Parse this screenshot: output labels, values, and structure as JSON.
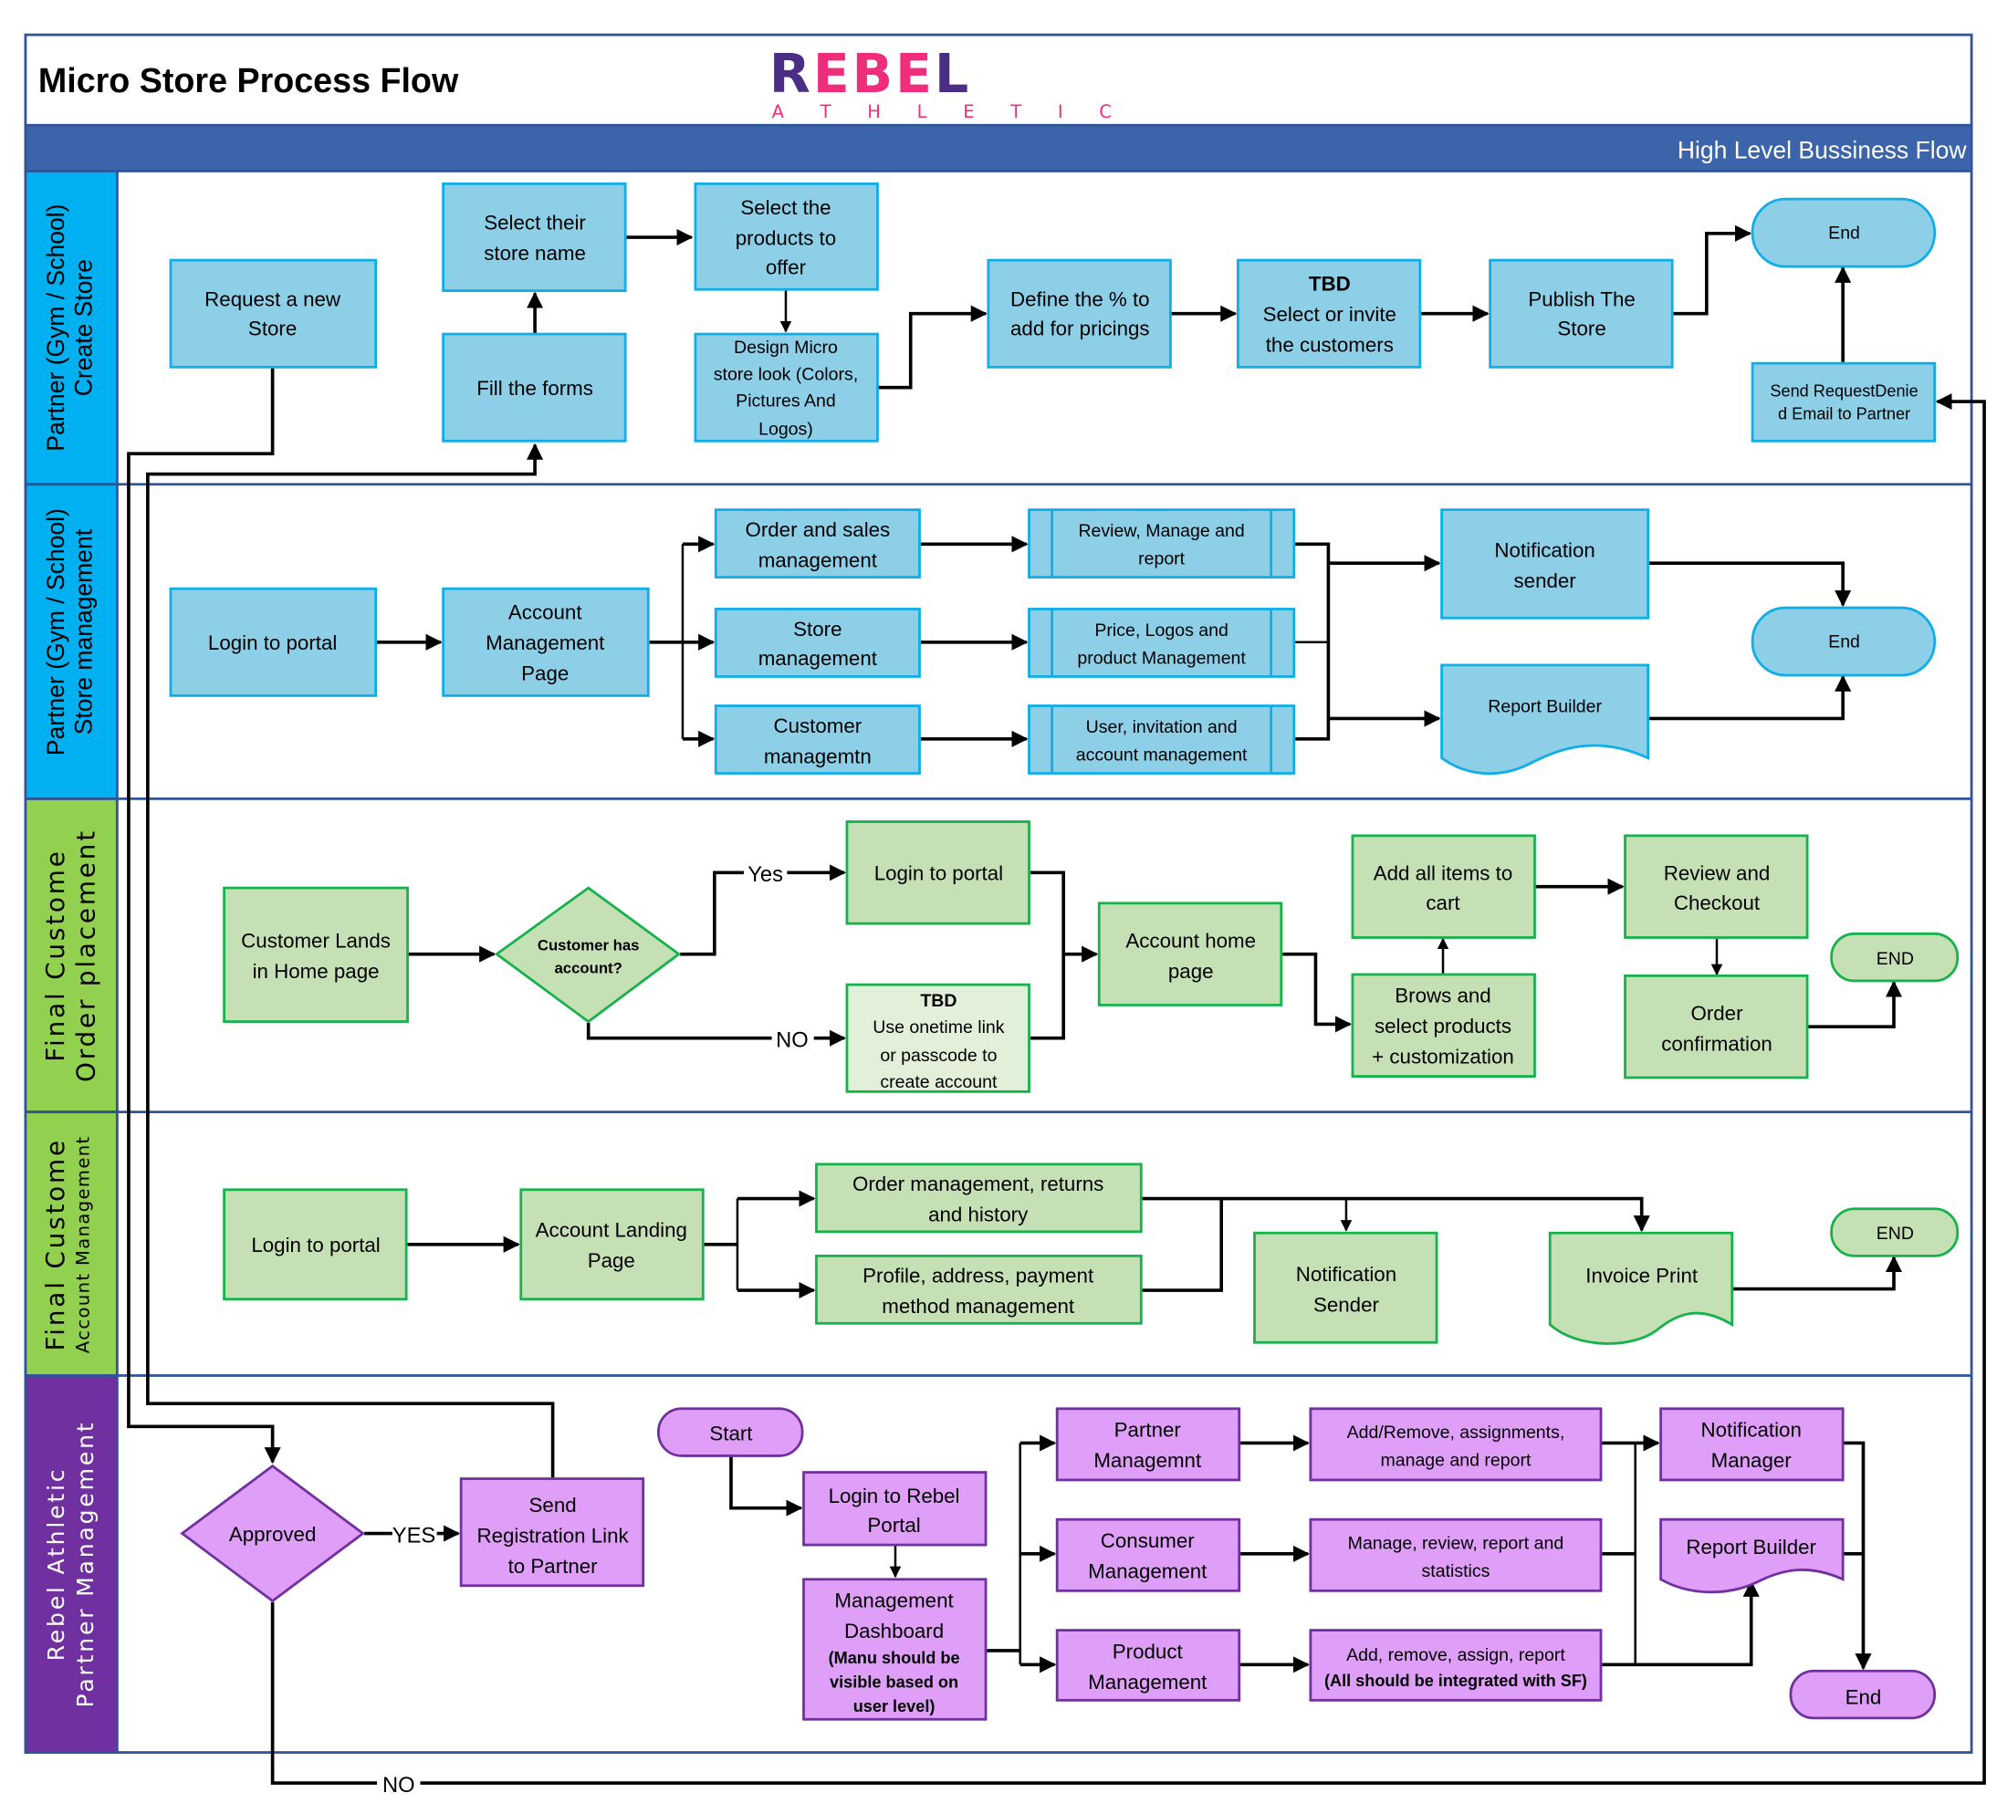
{
  "header": {
    "title": "Micro Store Process Flow",
    "logo": {
      "brand_left": "R",
      "brand_mid": "EBE",
      "brand_right": "L",
      "sub": "A T H L E T I C"
    },
    "band_label": "High Level Bussiness Flow"
  },
  "colors": {
    "frame": "#2f5597",
    "band": "#3c64aa",
    "lane_partner": "#00b0f0",
    "lane_customer": "#92d050",
    "lane_rebel": "#7030a0",
    "logo_purple": "#4b2e83",
    "logo_pink": "#ef2d7a"
  },
  "lanes": [
    {
      "line1": "Partner (Gym / School)",
      "line2": "Create Store"
    },
    {
      "line1": "Partner (Gym / School)",
      "line2": "Store management"
    },
    {
      "line1": "Final Custome",
      "line2": "Order placement"
    },
    {
      "line1": "Final Custome",
      "line2": "Account Management"
    },
    {
      "line1": "Rebel Athletic",
      "line2": "Partner Management"
    }
  ],
  "lane1": {
    "request": [
      "Request a new",
      "Store"
    ],
    "fill_forms": [
      "Fill the forms"
    ],
    "store_name": [
      "Select their",
      "store name"
    ],
    "products": [
      "Select the",
      "products to",
      "offer"
    ],
    "design": [
      "Design Micro",
      "store look (Colors,",
      "Pictures And",
      "Logos)"
    ],
    "pricing": [
      "Define the % to",
      "add for pricings"
    ],
    "invite_tbd": "TBD",
    "invite": [
      "Select or invite",
      "the customers"
    ],
    "publish": [
      "Publish The",
      "Store"
    ],
    "end": "End",
    "denied": [
      "Send  RequestDenie",
      "d Email to Partner"
    ]
  },
  "lane2": {
    "login": [
      "Login to portal"
    ],
    "account": [
      "Account",
      "Management",
      "Page"
    ],
    "orders": [
      "Order and sales",
      "management"
    ],
    "store": [
      "Store",
      "management"
    ],
    "customer": [
      "Customer",
      "managemtn"
    ],
    "review": [
      "Review, Manage and",
      "report"
    ],
    "price": [
      "Price, Logos and",
      "product Management"
    ],
    "user": [
      "User, invitation and",
      "account management"
    ],
    "notify": [
      "Notification",
      "sender"
    ],
    "report": [
      "Report Builder"
    ],
    "end": "End"
  },
  "lane3": {
    "lands": [
      "Customer Lands",
      "in Home page"
    ],
    "decision": [
      "Customer has",
      "account?"
    ],
    "yes": "Yes",
    "no": "NO",
    "login": [
      "Login to portal"
    ],
    "tbd": "TBD",
    "onetime": [
      "Use onetime link",
      "or passcode to",
      "create account"
    ],
    "home": [
      "Account home",
      "page"
    ],
    "browse": [
      "Brows and",
      "select products",
      "+ customization"
    ],
    "cart": [
      "Add all items to",
      "cart"
    ],
    "checkout": [
      "Review and",
      "Checkout"
    ],
    "confirm": [
      "Order",
      "confirmation"
    ],
    "end": "END"
  },
  "lane4": {
    "login": [
      "Login to portal"
    ],
    "landing": [
      "Account Landing",
      "Page"
    ],
    "orders": [
      "Order management, returns",
      "and history"
    ],
    "profile": [
      "Profile, address, payment",
      "method management"
    ],
    "notify": [
      "Notification",
      "Sender"
    ],
    "invoice": [
      "Invoice Print"
    ],
    "end": "END"
  },
  "lane5": {
    "approved": "Approved",
    "yes": "YES",
    "no": "NO",
    "send_link": [
      "Send",
      "Registration Link",
      "to Partner"
    ],
    "start": "Start",
    "login": [
      "Login to Rebel",
      "Portal"
    ],
    "dashboard": [
      "Management",
      "Dashboard"
    ],
    "dashboard_note": [
      "(Manu should be",
      "visible based on",
      "user level)"
    ],
    "partner": [
      "Partner",
      "Managemnt"
    ],
    "consumer": [
      "Consumer",
      "Management"
    ],
    "product": [
      "Product",
      "Management"
    ],
    "partner_act": [
      "Add/Remove, assignments,",
      "manage and report"
    ],
    "consumer_act": [
      "Manage, review, report and",
      "statistics"
    ],
    "product_act": [
      "Add, remove, assign, report"
    ],
    "product_note": [
      "(All should be integrated with SF)"
    ],
    "notify": [
      "Notification",
      "Manager"
    ],
    "report": [
      "Report Builder"
    ],
    "end": "End"
  }
}
